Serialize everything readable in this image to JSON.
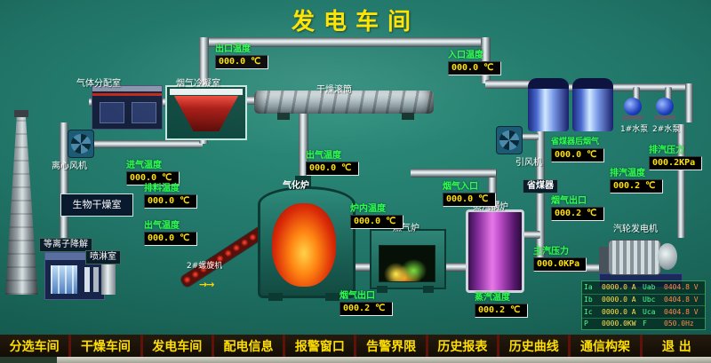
{
  "title": "发电车间",
  "colors": {
    "background_teal": "#217568",
    "title_yellow": "#ffe300",
    "label_green": "#2dff50",
    "readout_text": "#ffe000",
    "readout_bg": "#000000",
    "menu_text": "#ffdf00",
    "menu_separator": "#5e120a"
  },
  "equipment": {
    "gas_distribution": "气体分配室",
    "condenser": "烟气冷凝室",
    "drying_drum": "干燥滚筒",
    "centrifugal_fan": "离心风机",
    "bio_drying_room": "生物干燥室",
    "plasma_degradation": "等离子降解",
    "spray_room": "喷淋室",
    "gasifier": "气化炉",
    "screw_conveyor": "2#螺旋机",
    "gas_furnace": "燃气炉",
    "steam_boiler": "蒸汽锅炉",
    "economizer": "省煤器",
    "induced_draft_fan": "引风机",
    "pump1": "1#水泵",
    "pump2": "2#水泵",
    "turbine_generator": "汽轮发电机"
  },
  "readouts": [
    {
      "label": "出口温度",
      "value": "000.0 ℃"
    },
    {
      "label": "入口温度",
      "value": "000.0 ℃"
    },
    {
      "label": "进气温度",
      "value": "000.0 ℃"
    },
    {
      "label": "排料温度",
      "value": "000.0 ℃"
    },
    {
      "label": "出气温度",
      "value": "000.0 ℃"
    },
    {
      "label": "出气温度",
      "value": "000.0 ℃"
    },
    {
      "label": "炉内温度",
      "value": "000.0 ℃"
    },
    {
      "label": "烟气入口",
      "value": "000.0 ℃"
    },
    {
      "label": "烟气出口",
      "value": "000.2 ℃"
    },
    {
      "label": "蒸汽温度",
      "value": "000.2 ℃"
    },
    {
      "label": "省煤器后烟气",
      "value": "000.0 ℃"
    },
    {
      "label": "烟气出口",
      "value": "000.2 ℃"
    },
    {
      "label": "主汽压力",
      "value": "000.0KPa"
    },
    {
      "label": "排汽温度",
      "value": "000.2 ℃"
    },
    {
      "label": "排汽压力",
      "value": "000.2KPa"
    }
  ],
  "generator_panel": {
    "rows": [
      [
        "Ia",
        "0000.0 A",
        "Uab",
        "0404.8 V"
      ],
      [
        "Ib",
        "0000.0 A",
        "Ubc",
        "0404.8 V"
      ],
      [
        "Ic",
        "0000.0 A",
        "Uca",
        "0404.8 V"
      ],
      [
        "P",
        "0000.0KW",
        "F",
        "050.0Hz"
      ]
    ]
  },
  "misc": {
    "flow_arrows": "→→"
  },
  "menu": {
    "items": [
      "分选车间",
      "干燥车间",
      "发电车间",
      "配电信息",
      "报警窗口",
      "告警界限",
      "历史报表",
      "历史曲线",
      "通信构架",
      "退 出"
    ]
  }
}
